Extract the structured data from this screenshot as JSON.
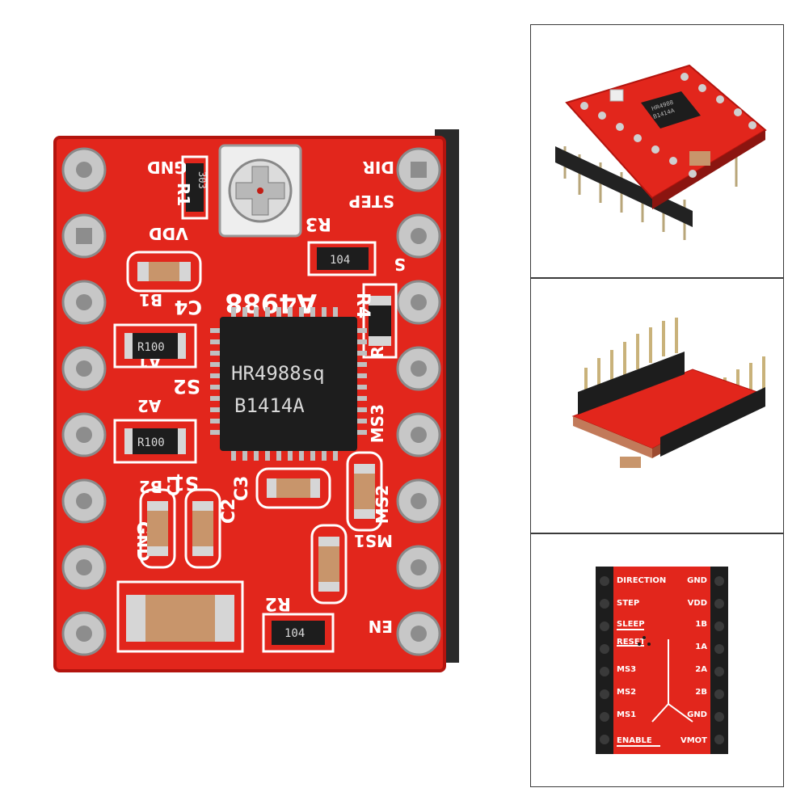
{
  "main_board": {
    "chip_line1": "HR4988sq",
    "chip_line2": "B1414A",
    "model_label": "A4988",
    "left_pins": [
      "GND",
      "VDD",
      "B1",
      "A1",
      "A2",
      "B2",
      "GND",
      ""
    ],
    "right_pins": [
      "DIR",
      "STEP",
      "S",
      "RST",
      "MS3",
      "MS2",
      "MS1",
      "EN"
    ],
    "component_labels": {
      "r1": "R1",
      "r1_code": "303",
      "r3": "R3",
      "r3_code": "104",
      "r2": "R2",
      "r2_code": "104",
      "r4": "R4",
      "c1": "C1",
      "c2": "C2",
      "c3": "C3",
      "c4": "C4",
      "s1": "S1",
      "s2": "S2",
      "s1_code": "R100",
      "s2_code": "R100"
    }
  },
  "thumbnails": [
    {
      "id": "top-angle",
      "chip_line1": "HR4988",
      "chip_line2": "B1414A"
    },
    {
      "id": "side-angle"
    },
    {
      "id": "back-view",
      "left_labels": [
        "DIRECTION",
        "STEP",
        "SLEEP",
        "RESET",
        "MS3",
        "MS2",
        "MS1",
        "ENABLE"
      ],
      "right_labels": [
        "GND",
        "VDD",
        "1B",
        "1A",
        "2A",
        "2B",
        "GND",
        "VMOT"
      ]
    }
  ],
  "colors": {
    "pcb_red": "#e2261c",
    "pcb_dark_red": "#b3140e",
    "pin_silver": "#b8b8b8",
    "chip_black": "#1d1d1d"
  }
}
